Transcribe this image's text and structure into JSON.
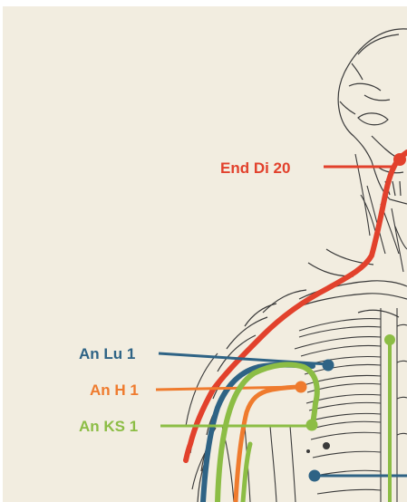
{
  "colors": {
    "background": "#f2ede0",
    "large_intestine": "#e2412c",
    "lung": "#2e6385",
    "heart": "#ef7b2e",
    "pericardium": "#8cbd45",
    "sketch": "#3a3a3a"
  },
  "labels": {
    "end_di20": "End Di 20",
    "an_lu1": "An Lu 1",
    "an_h1": "An H 1",
    "an_ks1": "An KS 1"
  }
}
